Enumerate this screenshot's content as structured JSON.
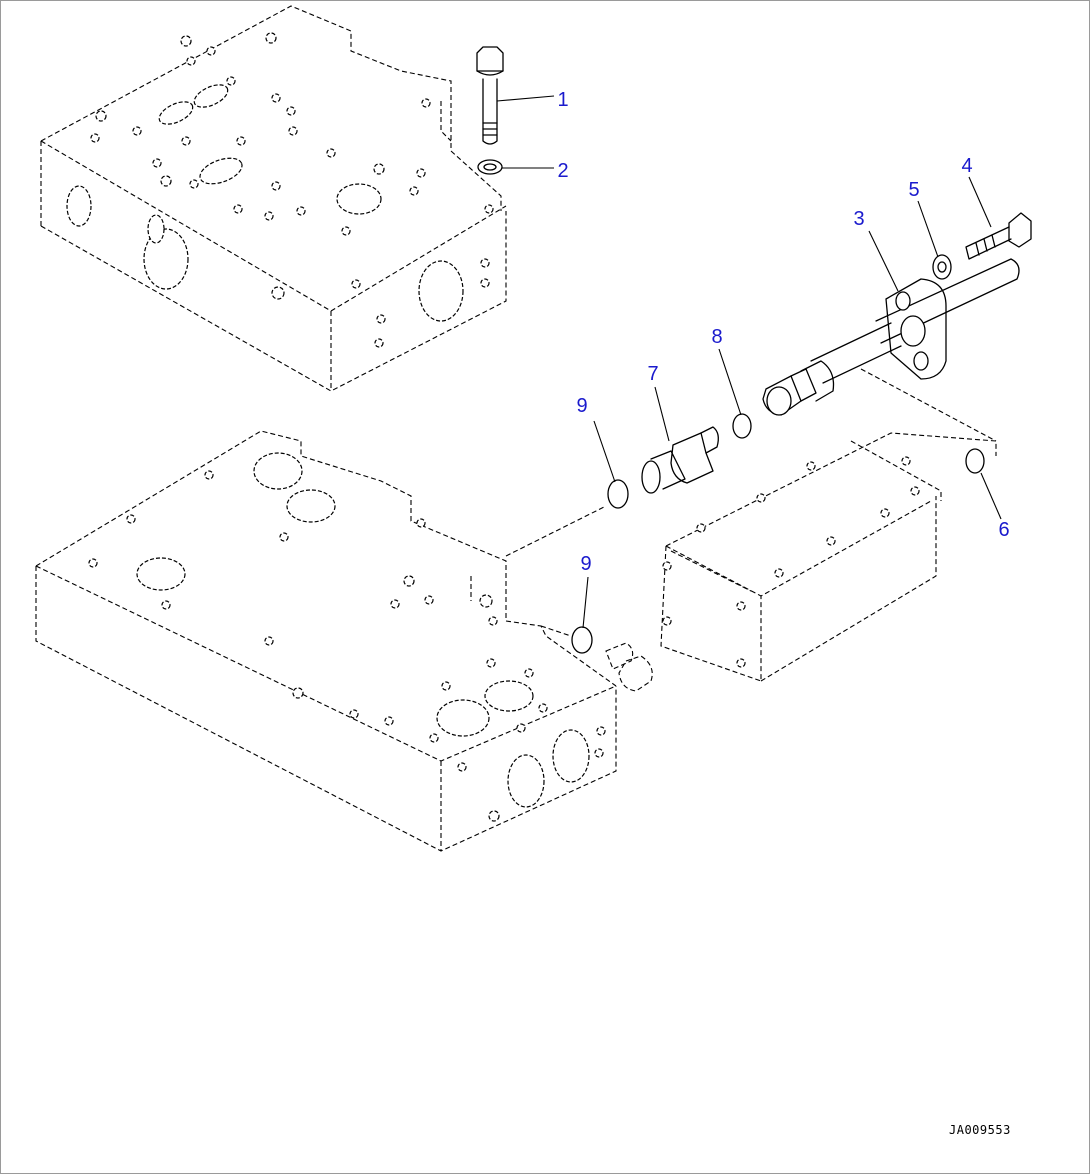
{
  "drawing": {
    "callouts": [
      {
        "id": "c1",
        "label": "1"
      },
      {
        "id": "c2",
        "label": "2"
      },
      {
        "id": "c3",
        "label": "3"
      },
      {
        "id": "c4",
        "label": "4"
      },
      {
        "id": "c5",
        "label": "5"
      },
      {
        "id": "c6",
        "label": "6"
      },
      {
        "id": "c7",
        "label": "7"
      },
      {
        "id": "c8",
        "label": "8"
      },
      {
        "id": "c9a",
        "label": "9"
      },
      {
        "id": "c9b",
        "label": "9"
      }
    ],
    "code": "JA009553"
  },
  "colors": {
    "callout": "#1a1acd",
    "line": "#000000",
    "border": "#9a9a9a",
    "background": "#ffffff"
  }
}
